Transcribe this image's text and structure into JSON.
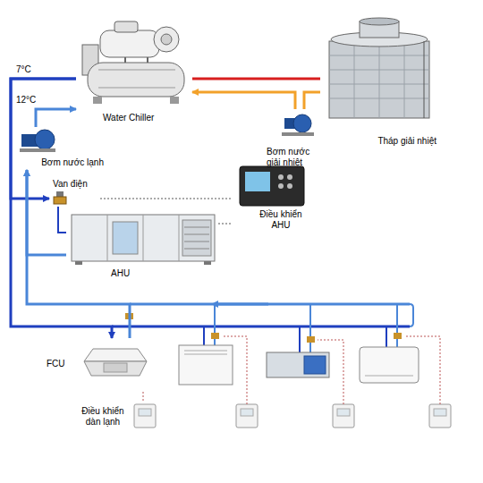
{
  "diagram": {
    "nodes": [
      {
        "text": [
          "Water Chiller"
        ]
      },
      {
        "text": [
          "Tháp giải nhiệt"
        ]
      },
      {
        "text": [
          "Bơm nước giải nhiệt"
        ]
      },
      {
        "text": [
          "Bơm nước lạnh"
        ]
      },
      {
        "text": [
          "Van điện"
        ]
      },
      {
        "text": [
          "AHU"
        ]
      },
      {
        "text": [
          "Điều khiển AHU"
        ]
      },
      {
        "text": [
          "FCU"
        ]
      },
      {
        "text": [
          "Điều khiển dàn lạnh"
        ]
      }
    ],
    "edges": [
      {
        "from": 0,
        "to": 1,
        "arrow": "none"
      },
      {
        "from": 1,
        "to": 2,
        "arrow": "none"
      },
      {
        "from": 2,
        "to": 0,
        "arrow": "to"
      },
      {
        "from": 3,
        "to": 0,
        "arrow": "to"
      },
      {
        "from": 0,
        "to": 4,
        "arrow": "to"
      },
      {
        "from": 4,
        "to": 5,
        "arrow": "none"
      },
      {
        "from": 0,
        "to": 7,
        "arrow": "to"
      },
      {
        "from": 7,
        "to": 3,
        "arrow": "to"
      },
      {
        "from": 5,
        "to": 3,
        "arrow": "to"
      },
      {
        "from": 6,
        "to": 4,
        "arrow": "none"
      },
      {
        "from": 6,
        "to": 5,
        "arrow": "none"
      },
      {
        "from": 8,
        "to": 7,
        "arrow": "none"
      }
    ],
    "labels": [
      "7°C",
      "12°C"
    ]
  }
}
